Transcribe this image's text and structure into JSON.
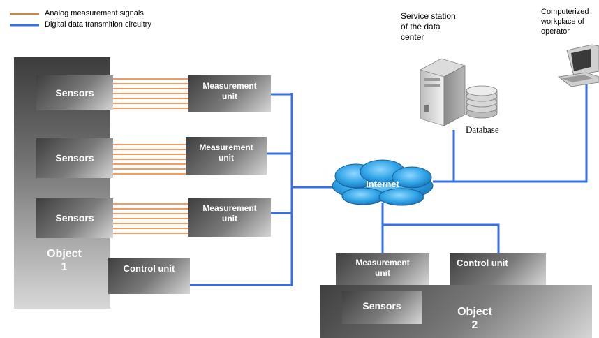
{
  "legend": {
    "analog": "Analog measurement signals",
    "digital": "Digital data transmition circuitry"
  },
  "colors": {
    "analog": "#f07a2a",
    "digital": "#3a6fe0",
    "cloud": "#2fa3e6"
  },
  "object1": {
    "label_line1": "Object",
    "label_line2": "1",
    "sensors": [
      "Sensors",
      "Sensors",
      "Sensors"
    ],
    "measurement_units": [
      {
        "line1": "Measurement",
        "line2": "unit"
      },
      {
        "line1": "Measurement",
        "line2": "unit"
      },
      {
        "line1": "Measurement",
        "line2": "unit"
      }
    ],
    "control_unit": "Control unit"
  },
  "internet": "Internet",
  "service_station": {
    "line1": "Service station",
    "line2": "of the data",
    "line3": "center",
    "database": "Database"
  },
  "operator": {
    "line1": "Computerized",
    "line2": "workplace of",
    "line3": "operator"
  },
  "object2": {
    "label_line1": "Object",
    "label_line2": "2",
    "measurement_unit": {
      "line1": "Measurement",
      "line2": "unit"
    },
    "control_unit": "Control unit",
    "sensors": "Sensors"
  }
}
